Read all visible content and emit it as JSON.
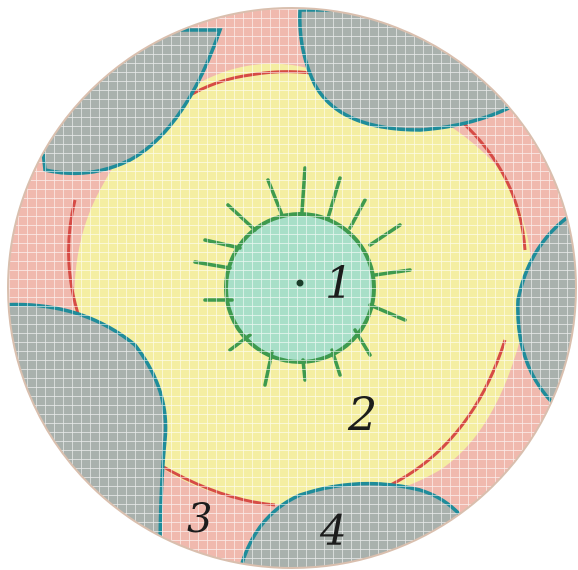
{
  "labels": {
    "center": "1",
    "middle": "2",
    "ring": "3",
    "lobe": "4"
  },
  "colors": {
    "paper": "#eeeeda",
    "yellow_wash": "#f4eea2",
    "red_ring": "#f0b9ae",
    "red_line": "#d64b45",
    "center_fill": "#a8dfc8",
    "green_line": "#3e9a4e",
    "lobe_fill": "#a9b1ad",
    "lobe_outline": "#1f8c9a",
    "grid": "#ffffff"
  }
}
